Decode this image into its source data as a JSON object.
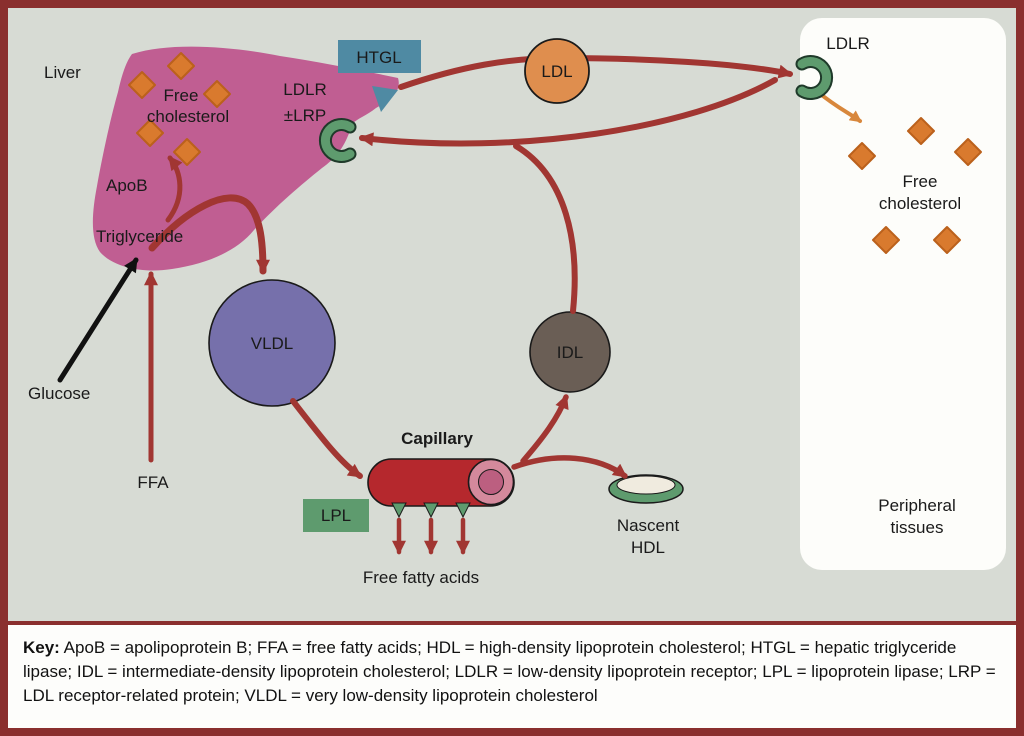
{
  "labels": {
    "liver": "Liver",
    "liver_free_cholesterol_line1": "Free",
    "liver_free_cholesterol_line2": "cholesterol",
    "apob": "ApoB",
    "triglyceride": "Triglyceride",
    "glucose": "Glucose",
    "ffa": "FFA",
    "htgl": "HTGL",
    "ldlr": "LDLR",
    "lrp": "±LRP",
    "ldl": "LDL",
    "vldl": "VLDL",
    "idl": "IDL",
    "capillary": "Capillary",
    "lpl": "LPL",
    "free_fatty_acids": "Free fatty acids",
    "nascent_hdl_line1": "Nascent",
    "nascent_hdl_line2": "HDL",
    "peripheral_ldlr": "LDLR",
    "peripheral_free_cholesterol_line1": "Free",
    "peripheral_free_cholesterol_line2": "cholesterol",
    "peripheral_tissues_line1": "Peripheral",
    "peripheral_tissues_line2": "tissues"
  },
  "key": {
    "label": "Key:",
    "text": "ApoB = apolipoprotein B; FFA = free fatty acids; HDL = high-density lipoprotein cholesterol; HTGL = hepatic triglyceride lipase; IDL = intermediate-density lipoprotein cholesterol; LDLR = low-density lipoprotein receptor; LPL = lipoprotein lipase; LRP = LDL receptor-related protein; VLDL = very low-density lipoprotein cholesterol"
  },
  "colors": {
    "frame": "#8a2f2e",
    "background": "#d7dbd4",
    "arrow_red": "#a13632",
    "liver_pink": "#c05e92",
    "cholesterol_orange": "#d97a2e",
    "ldl_orange": "#df8e4e",
    "vldl_purple": "#7670ab",
    "idl_gray": "#6a5e55",
    "htgl_teal": "#4f8aa3",
    "lpl_green": "#5e9b6e",
    "capillary_red": "#b5282d",
    "panel_white": "#fdfdfa"
  }
}
